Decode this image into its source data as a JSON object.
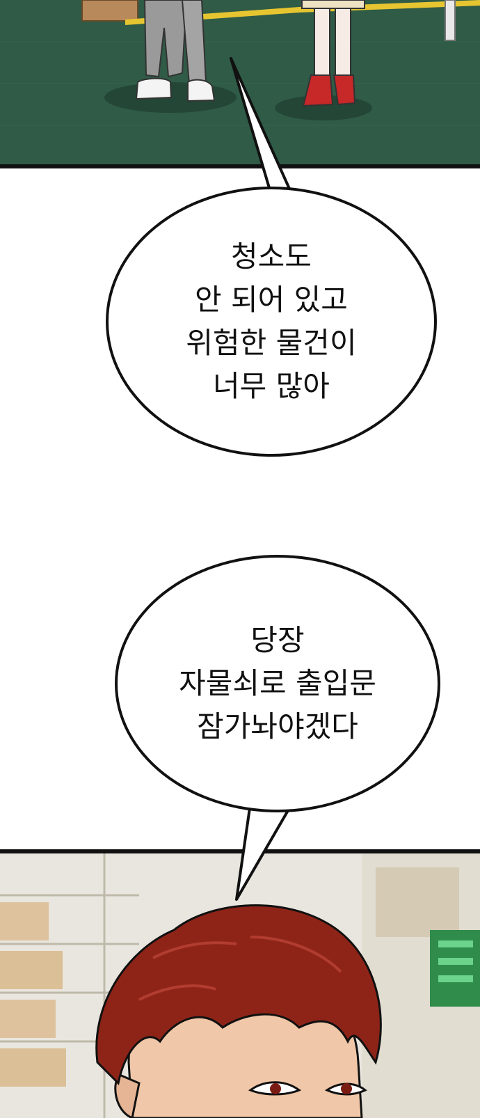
{
  "panels": [
    {
      "name": "warehouse-floor-scene"
    },
    {
      "name": "red-haired-man-scene"
    }
  ],
  "bubbles": [
    {
      "lines": [
        "청소도",
        "안 되어 있고",
        "위험한 물건이",
        "너무 많아"
      ]
    },
    {
      "lines": [
        "당장",
        "자물쇠로 출입문",
        "잠가놔야겠다"
      ]
    }
  ],
  "colors": {
    "floor": "#2f5b47",
    "hair": "#8e2418",
    "skin": "#f0c7a8",
    "boots": "#c72828",
    "background_warehouse": "#e6e3dc",
    "shelf_green": "#2f8c4a"
  }
}
